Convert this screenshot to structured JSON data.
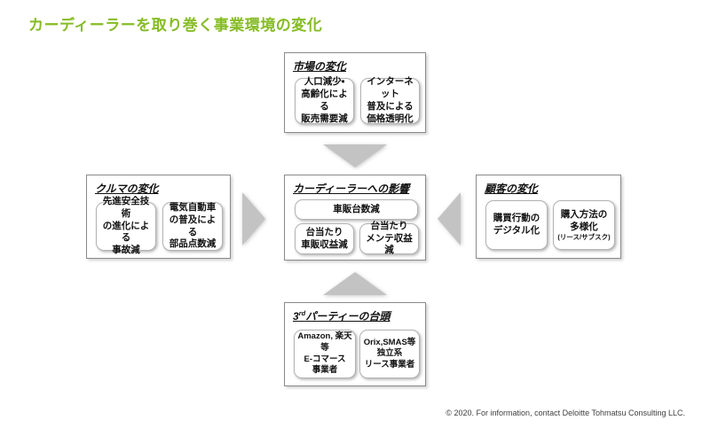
{
  "page": {
    "title": "カーディーラーを取り巻く事業環境の変化",
    "title_color": "#86bc25",
    "footer": "© 2020. For information, contact Deloitte Tohmatsu Consulting LLC.",
    "background": "#ffffff"
  },
  "diagram": {
    "arrow_color": "#c3c3c3",
    "groups": {
      "market": {
        "title": "市場の変化",
        "items": [
          {
            "line1": "人口減少・",
            "line2": "高齢化による",
            "line3": "販売需要減"
          },
          {
            "line1": "インターネット",
            "line2": "普及による",
            "line3": "価格透明化"
          }
        ]
      },
      "car": {
        "title": "クルマの変化",
        "items": [
          {
            "line1": "先進安全技術",
            "line2": "の進化による",
            "line3": "事故減"
          },
          {
            "line1": "電気自動車",
            "line2": "の普及による",
            "line3": "部品点数減"
          }
        ]
      },
      "center": {
        "title": "カーディーラーへの影響",
        "headline": "車販台数減",
        "items": [
          {
            "line1": "台当たり",
            "line2": "車販収益減"
          },
          {
            "line1": "台当たり",
            "line2": "メンテ収益減"
          }
        ]
      },
      "customer": {
        "title": "顧客の変化",
        "items": [
          {
            "line1": "購買行動の",
            "line2": "デジタル化",
            "note": ""
          },
          {
            "line1": "購入方法の",
            "line2": "多様化",
            "note": "(リース/サブスク)"
          }
        ]
      },
      "third_party": {
        "title_prefix": "3",
        "title_sup": "rd",
        "title_suffix": "パーティーの台頭",
        "items": [
          {
            "line1": "Amazon, 楽天等",
            "line2": "E-コマース",
            "line3": "事業者"
          },
          {
            "line1": "Orix,SMAS等",
            "line2": "独立系",
            "line3": "リース事業者"
          }
        ]
      }
    },
    "arrows": [
      {
        "name": "arrow-market-to-center",
        "direction": "down"
      },
      {
        "name": "arrow-car-to-center",
        "direction": "right"
      },
      {
        "name": "arrow-customer-to-center",
        "direction": "left"
      },
      {
        "name": "arrow-thirdparty-to-center",
        "direction": "up"
      }
    ]
  }
}
